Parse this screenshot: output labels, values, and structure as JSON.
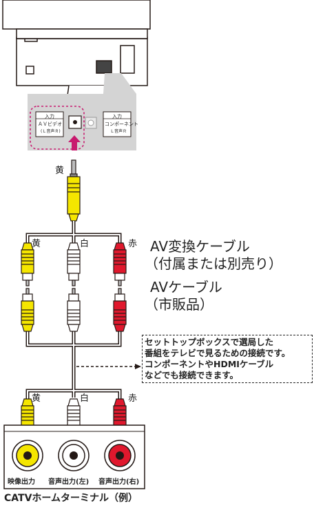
{
  "tv_panel": {
    "left_box": {
      "line1": "入力",
      "line2": "ＡＶビデオ",
      "line3": "(Ｌ音声Ｒ)"
    },
    "right_box": {
      "line1": "入力",
      "line2": "コンポーネント",
      "line3": "Ｌ音声Ｒ"
    }
  },
  "plug_color_top": "黄",
  "cable_labels": {
    "av_conversion_cable": "AV変換ケーブル",
    "av_conversion_note": "（付属または別売り）",
    "av_cable": "AVケーブル",
    "av_cable_note": "（市販品）"
  },
  "plug_colors_upper": {
    "yellow": "黄",
    "white": "白",
    "red": "赤"
  },
  "plug_colors_lower": {
    "yellow": "黄",
    "white": "白",
    "red": "赤"
  },
  "note_lines": [
    "セットトップボックスで選局した",
    "番組をテレビで見るための接続です。",
    "コンポーネントやHDMIケーブル",
    "などでも接続できます。"
  ],
  "device": {
    "video_out": "映像出力",
    "audio_out_left": "音声出力(左)",
    "audio_out_right": "音声出力(右)",
    "name": "CATVホームターミナル（例）"
  },
  "colors": {
    "yellow": "#f5e600",
    "white": "#ffffff",
    "red": "#e0182d",
    "panel_gray": "#d4d4d4",
    "magenta": "#c8196e",
    "outline": "#231815"
  }
}
